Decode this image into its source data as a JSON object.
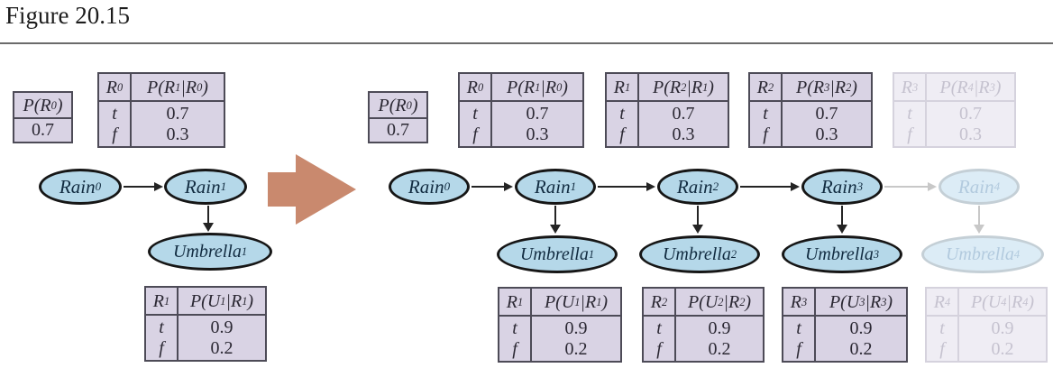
{
  "title": "Figure 20.15",
  "colors": {
    "page_bg": "#ffffff",
    "rule": "#6b6b6b",
    "table_fill": "#d9d3e4",
    "table_border": "#4d4b57",
    "table_text": "#2b2833",
    "table_faded_fill": "#efedf4",
    "table_faded_line": "#d5d2dd",
    "table_faded_text": "#c5c2cf",
    "node_fill": "#b5d8e9",
    "node_border": "#161616",
    "node_text": "#112b40",
    "node_faded_fill": "#dcecf6",
    "node_faded_border": "#c4cfd6",
    "node_faded_text": "#b2cade",
    "edge": "#242424",
    "edge_faded": "#c8c8c8",
    "big_arrow": "#c9896e"
  },
  "left": {
    "prior": {
      "header": "P(R_0)",
      "value": "0.7"
    },
    "transition": {
      "var": "R_0",
      "header": "P(R_1|R_0)",
      "rows": [
        {
          "label": "t",
          "value": "0.7"
        },
        {
          "label": "f",
          "value": "0.3"
        }
      ]
    },
    "sensor": {
      "var": "R_1",
      "header": "P(U_1|R_1)",
      "rows": [
        {
          "label": "t",
          "value": "0.9"
        },
        {
          "label": "f",
          "value": "0.2"
        }
      ]
    },
    "rain0": "Rain_0",
    "rain1": "Rain_1",
    "umbrella1": "Umbrella_1"
  },
  "right": {
    "prior": {
      "header": "P(R_0)",
      "value": "0.7"
    },
    "transitions": [
      {
        "var": "R_0",
        "header": "P(R_1|R_0)",
        "rows": [
          {
            "label": "t",
            "value": "0.7"
          },
          {
            "label": "f",
            "value": "0.3"
          }
        ],
        "faded": false
      },
      {
        "var": "R_1",
        "header": "P(R_2|R_1)",
        "rows": [
          {
            "label": "t",
            "value": "0.7"
          },
          {
            "label": "f",
            "value": "0.3"
          }
        ],
        "faded": false
      },
      {
        "var": "R_2",
        "header": "P(R_3|R_2)",
        "rows": [
          {
            "label": "t",
            "value": "0.7"
          },
          {
            "label": "f",
            "value": "0.3"
          }
        ],
        "faded": false
      },
      {
        "var": "R_3",
        "header": "P(R_4|R_3)",
        "rows": [
          {
            "label": "t",
            "value": "0.7"
          },
          {
            "label": "f",
            "value": "0.3"
          }
        ],
        "faded": true
      }
    ],
    "rains": [
      {
        "label": "Rain_0",
        "faded": false
      },
      {
        "label": "Rain_1",
        "faded": false
      },
      {
        "label": "Rain_2",
        "faded": false
      },
      {
        "label": "Rain_3",
        "faded": false
      },
      {
        "label": "Rain_4",
        "faded": true
      }
    ],
    "umbrellas": [
      {
        "label": "Umbrella_1",
        "faded": false
      },
      {
        "label": "Umbrella_2",
        "faded": false
      },
      {
        "label": "Umbrella_3",
        "faded": false
      },
      {
        "label": "Umbrella_4",
        "faded": true
      }
    ],
    "sensors": [
      {
        "var": "R_1",
        "header": "P(U_1|R_1)",
        "rows": [
          {
            "label": "t",
            "value": "0.9"
          },
          {
            "label": "f",
            "value": "0.2"
          }
        ],
        "faded": false
      },
      {
        "var": "R_2",
        "header": "P(U_2|R_2)",
        "rows": [
          {
            "label": "t",
            "value": "0.9"
          },
          {
            "label": "f",
            "value": "0.2"
          }
        ],
        "faded": false
      },
      {
        "var": "R_3",
        "header": "P(U_3|R_3)",
        "rows": [
          {
            "label": "t",
            "value": "0.9"
          },
          {
            "label": "f",
            "value": "0.2"
          }
        ],
        "faded": false
      },
      {
        "var": "R_4",
        "header": "P(U_4|R_4)",
        "rows": [
          {
            "label": "t",
            "value": "0.9"
          },
          {
            "label": "f",
            "value": "0.2"
          }
        ],
        "faded": true
      }
    ]
  }
}
